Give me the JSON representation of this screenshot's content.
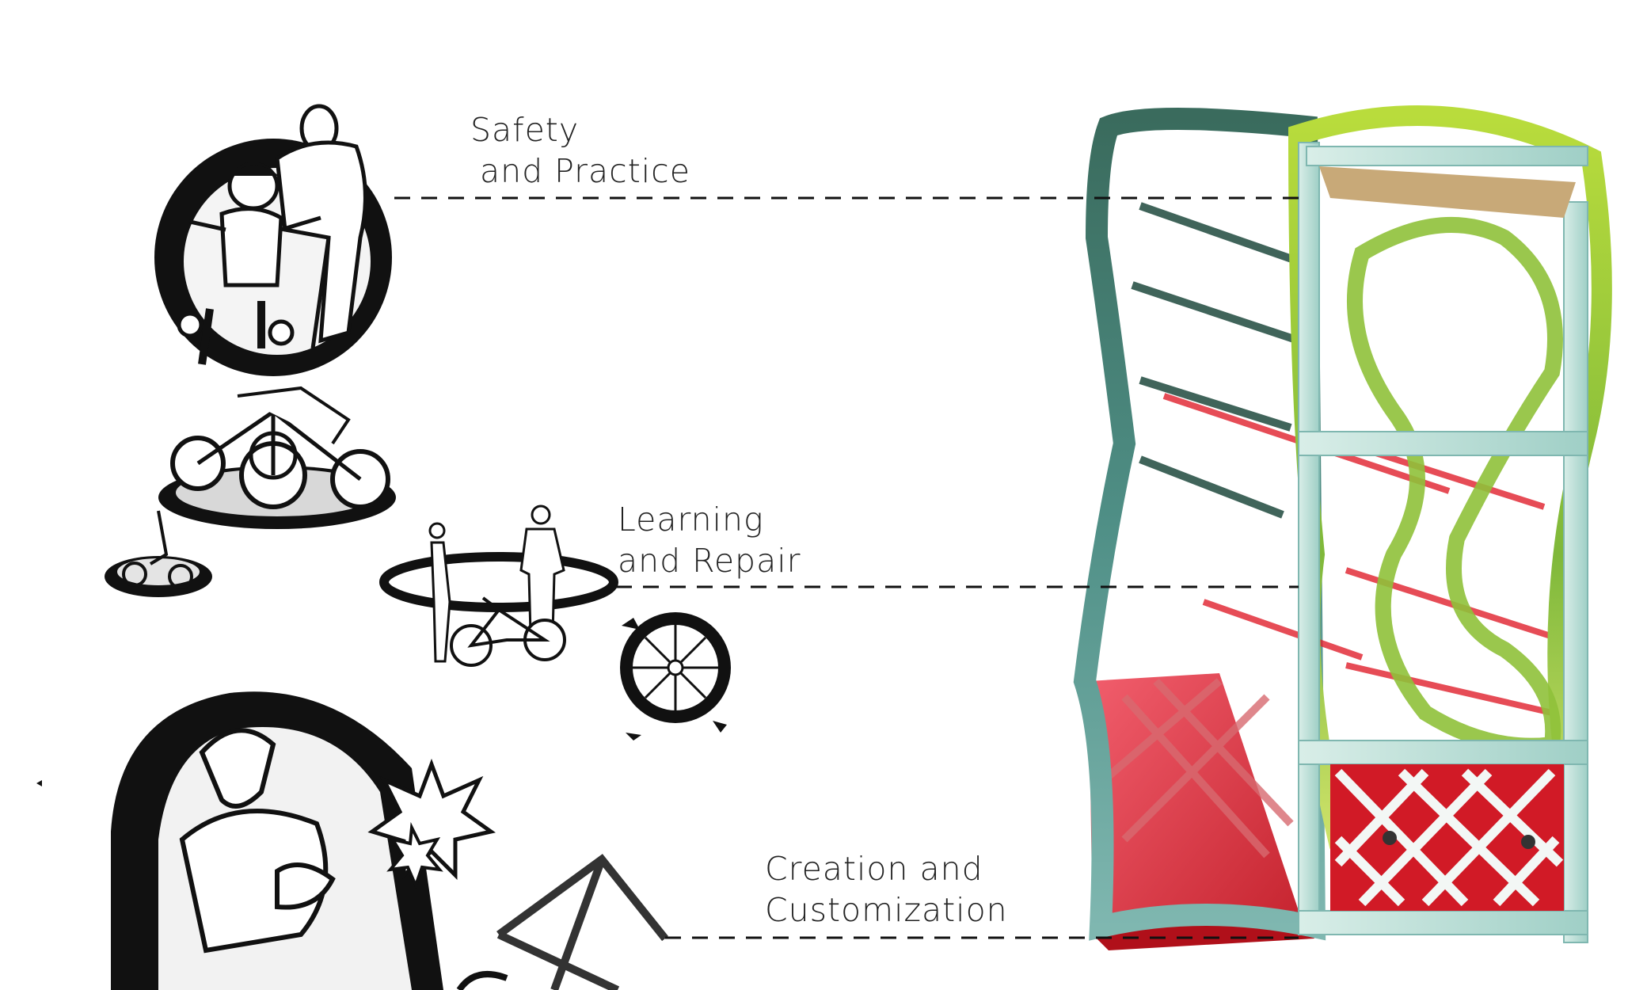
{
  "labels": {
    "safety": {
      "line1": "Safety",
      "line2": "and Practice"
    },
    "learning": {
      "line1": "Learning",
      "line2": "and Repair"
    },
    "creation": {
      "line1": "Creation and",
      "line2": "Customization"
    }
  },
  "colors": {
    "ink": "#111111",
    "text": "#222222",
    "frame_teal": "#5fa3a0",
    "frame_dark": "#1f4a3e",
    "ribbon_lime": "#c6e04a",
    "panel_red": "#e0202c",
    "leader_line": "#111111"
  },
  "illustrations": [
    "helmet-child-figure-icon",
    "tricycle-icon",
    "two-people-bike-icon",
    "wheel-wrench-icon",
    "hand-bike-frame-icon",
    "pavilion-model-image"
  ]
}
